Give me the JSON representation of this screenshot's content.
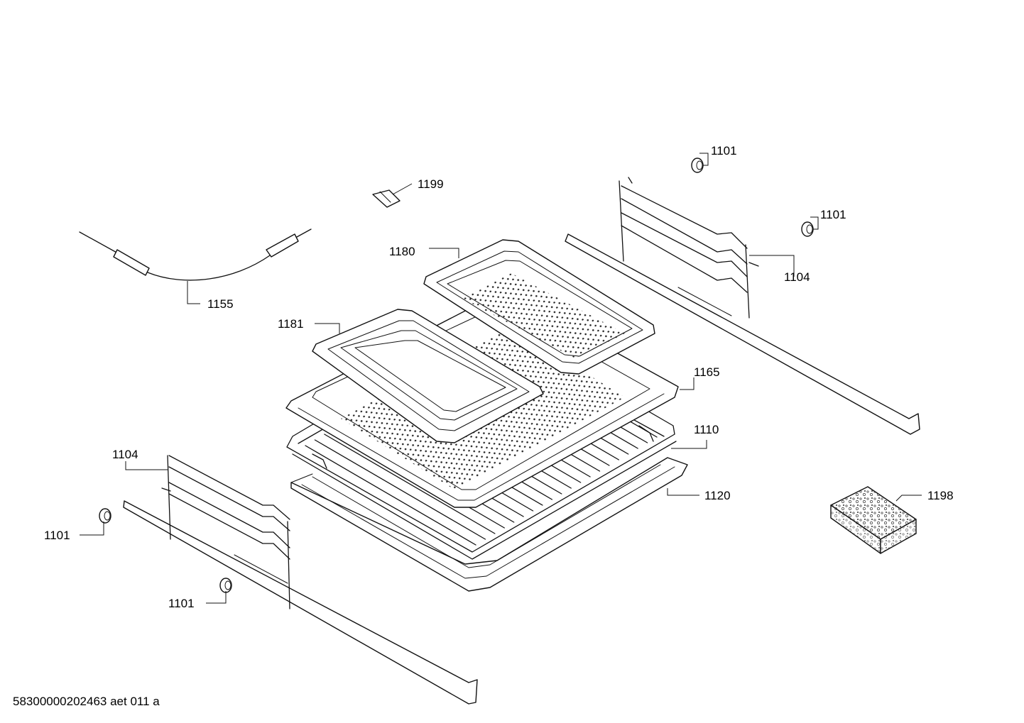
{
  "drawing": {
    "document_code": "58300000202463 aet 011 a"
  },
  "callouts": {
    "c1101_top": "1101",
    "c1101_right": "1101",
    "c1199": "1199",
    "c1180": "1180",
    "c1104_right": "1104",
    "c1155": "1155",
    "c1181": "1181",
    "c1165": "1165",
    "c1110": "1110",
    "c1120": "1120",
    "c1198": "1198",
    "c1104_left": "1104",
    "c1101_left": "1101",
    "c1101_bottom": "1101"
  }
}
